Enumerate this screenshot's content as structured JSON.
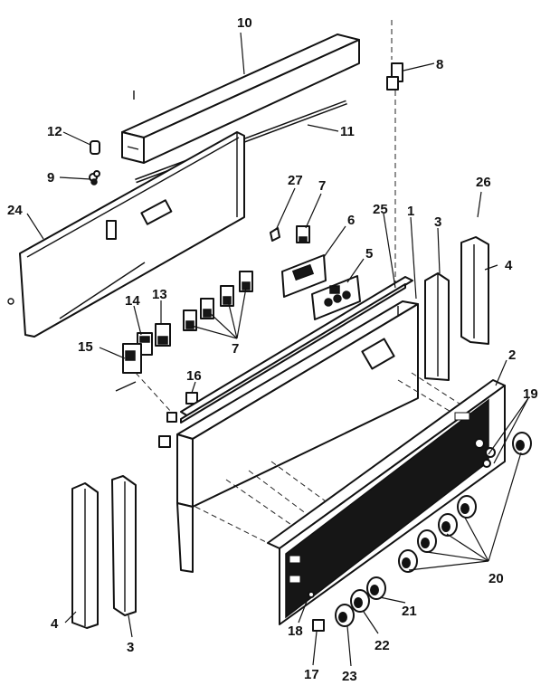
{
  "callouts": [
    {
      "id": "10",
      "label": "10"
    },
    {
      "id": "8",
      "label": "8"
    },
    {
      "id": "12",
      "label": "12"
    },
    {
      "id": "11",
      "label": "11"
    },
    {
      "id": "9",
      "label": "9"
    },
    {
      "id": "27",
      "label": "27"
    },
    {
      "id": "7a",
      "label": "7"
    },
    {
      "id": "26",
      "label": "26"
    },
    {
      "id": "24",
      "label": "24"
    },
    {
      "id": "6",
      "label": "6"
    },
    {
      "id": "25",
      "label": "25"
    },
    {
      "id": "1",
      "label": "1"
    },
    {
      "id": "3a",
      "label": "3"
    },
    {
      "id": "4a",
      "label": "4"
    },
    {
      "id": "5",
      "label": "5"
    },
    {
      "id": "14",
      "label": "14"
    },
    {
      "id": "13",
      "label": "13"
    },
    {
      "id": "15",
      "label": "15"
    },
    {
      "id": "7b",
      "label": "7"
    },
    {
      "id": "2",
      "label": "2"
    },
    {
      "id": "16",
      "label": "16"
    },
    {
      "id": "19",
      "label": "19"
    },
    {
      "id": "20",
      "label": "20"
    },
    {
      "id": "21",
      "label": "21"
    },
    {
      "id": "4b",
      "label": "4"
    },
    {
      "id": "3b",
      "label": "3"
    },
    {
      "id": "18",
      "label": "18"
    },
    {
      "id": "22",
      "label": "22"
    },
    {
      "id": "17",
      "label": "17"
    },
    {
      "id": "23",
      "label": "23"
    }
  ]
}
